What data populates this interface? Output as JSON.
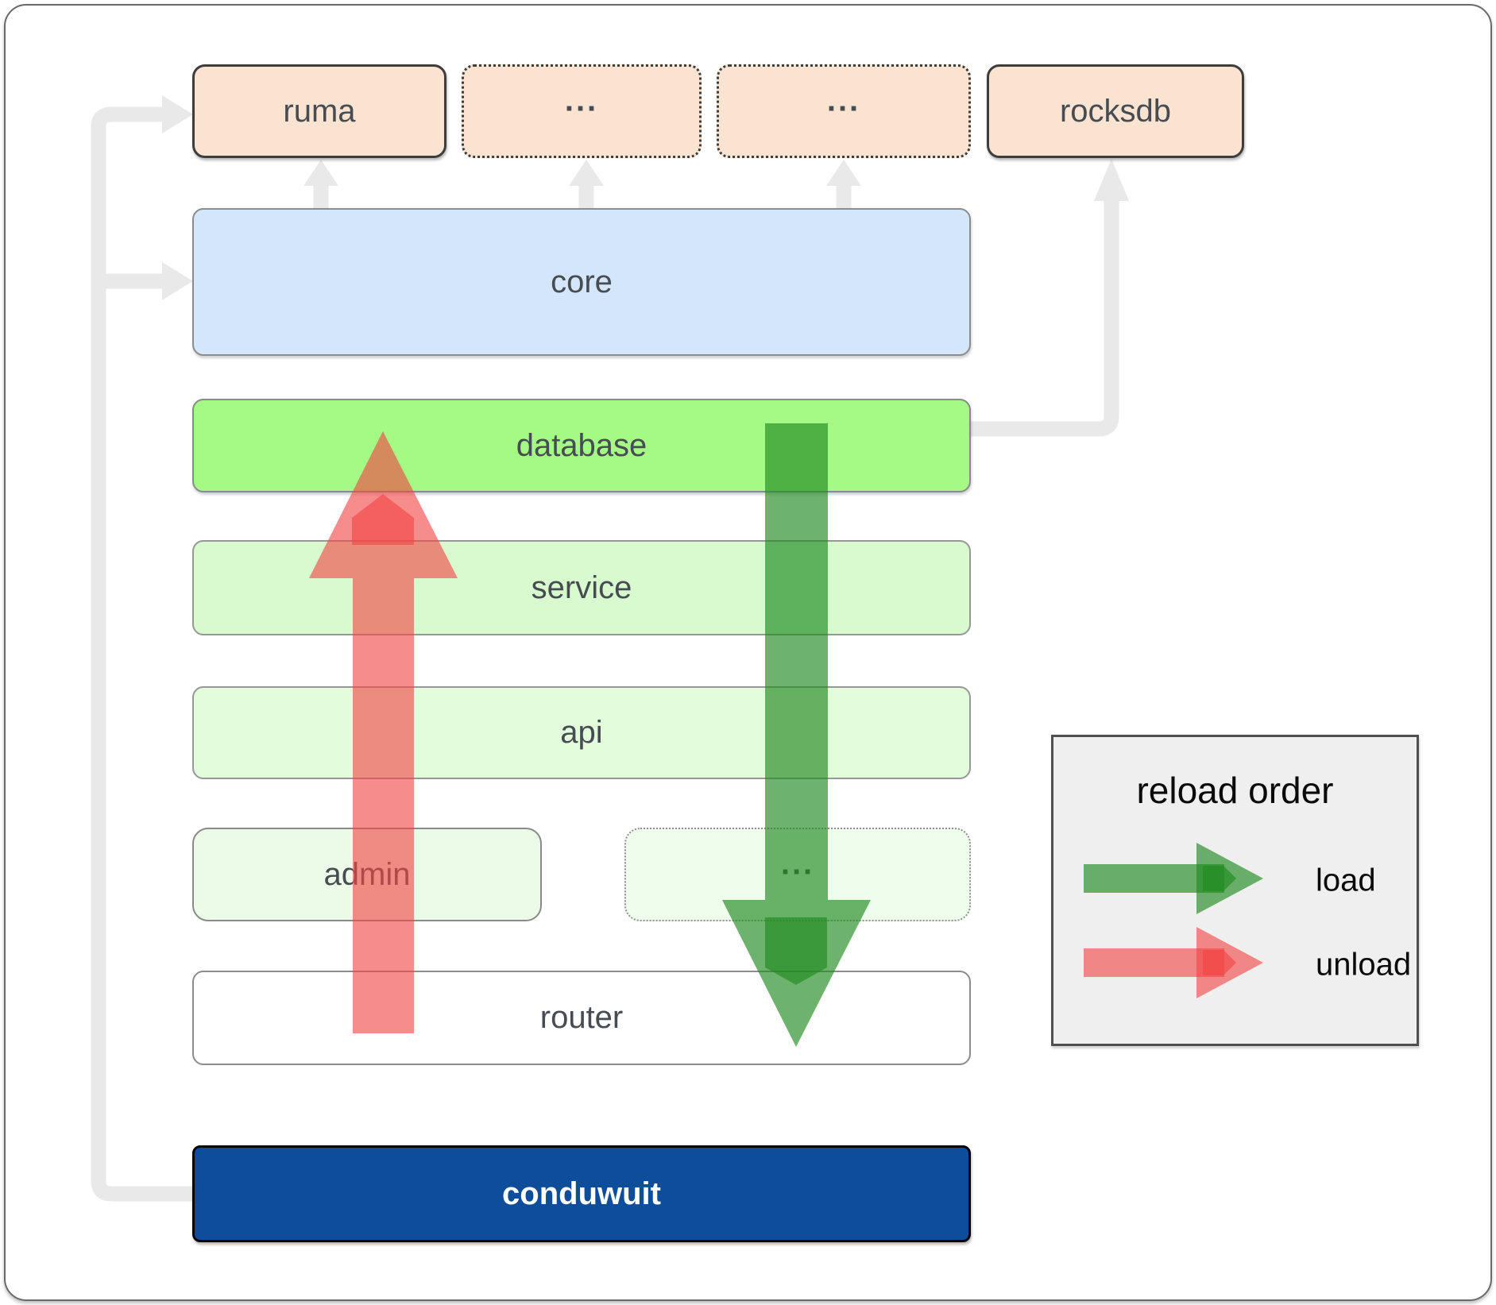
{
  "diagram": {
    "nodes": {
      "ruma": {
        "label": "ruma"
      },
      "ellipsis_top_1": {
        "label": "..."
      },
      "ellipsis_top_2": {
        "label": "..."
      },
      "rocksdb": {
        "label": "rocksdb"
      },
      "core": {
        "label": "core"
      },
      "database": {
        "label": "database"
      },
      "service": {
        "label": "service"
      },
      "api": {
        "label": "api"
      },
      "admin": {
        "label": "admin"
      },
      "ellipsis_admin": {
        "label": "..."
      },
      "router": {
        "label": "router"
      },
      "conduwuit": {
        "label": "conduwuit"
      }
    },
    "legend": {
      "title": "reload order",
      "items": [
        {
          "label": "load",
          "color": "#2e8b2e"
        },
        {
          "label": "unload",
          "color": "#f24646"
        }
      ]
    },
    "colors": {
      "peach": "#fbe3d2",
      "core_blue": "#d4e7fa",
      "database_green": "#a4fa85",
      "service_green": "#d7fbcf",
      "api_green": "#e3fcdc",
      "admin_green": "#ecfbe8",
      "router_white": "#ffffff",
      "conduwuit_navy": "#0e4d99",
      "connector_gray": "#e9e9e9",
      "load_green": "rgba(34,139,34,0.66)",
      "unload_red": "rgba(242,70,70,0.62)",
      "label_text": "#474c52"
    }
  }
}
